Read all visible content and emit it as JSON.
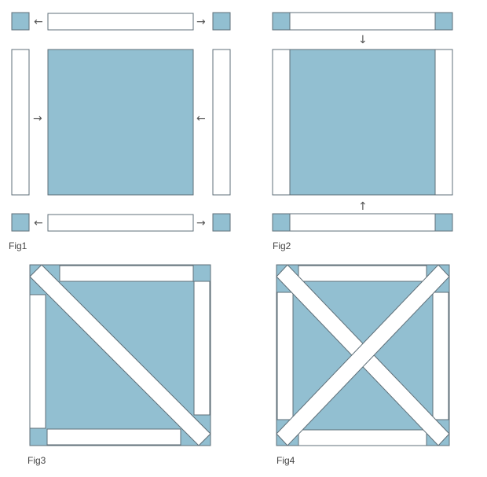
{
  "figures": [
    {
      "caption": "Fig1"
    },
    {
      "caption": "Fig2"
    },
    {
      "caption": "Fig3"
    },
    {
      "caption": "Fig4"
    }
  ],
  "colors": {
    "block_fill": "#92bfd1",
    "outline": "#5f6f78",
    "strip": "#ffffff"
  },
  "icons": {
    "left": "arrow-left-icon",
    "right": "arrow-right-icon",
    "up": "arrow-up-icon",
    "down": "arrow-down-icon"
  }
}
